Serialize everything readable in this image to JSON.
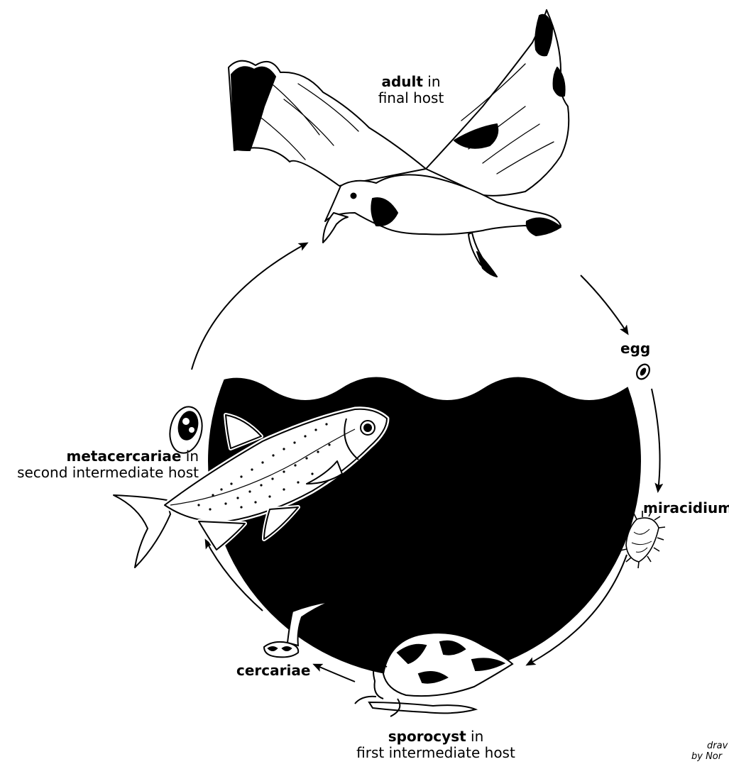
{
  "stages": {
    "adult": {
      "bold": "adult",
      "rest": " in",
      "line2": "final host"
    },
    "egg": {
      "bold": "egg"
    },
    "miracidium": {
      "bold": "miracidium"
    },
    "sporocyst": {
      "bold": "sporocyst",
      "rest": " in",
      "line2": "first intermediate host"
    },
    "cercariae": {
      "bold": "cercariae"
    },
    "metacercariae": {
      "bold": "metacercariae",
      "rest": " in",
      "line2": "second intermediate host"
    }
  },
  "credit": {
    "line1": "drav",
    "line2": "by Nor"
  },
  "colors": {
    "ink": "#000000",
    "paper": "#ffffff"
  },
  "icons": [
    "gull-illustration",
    "egg-icon",
    "miracidium-icon",
    "snail-illustration",
    "cercaria-icon",
    "metacercaria-icon",
    "fish-illustration",
    "water-body"
  ]
}
